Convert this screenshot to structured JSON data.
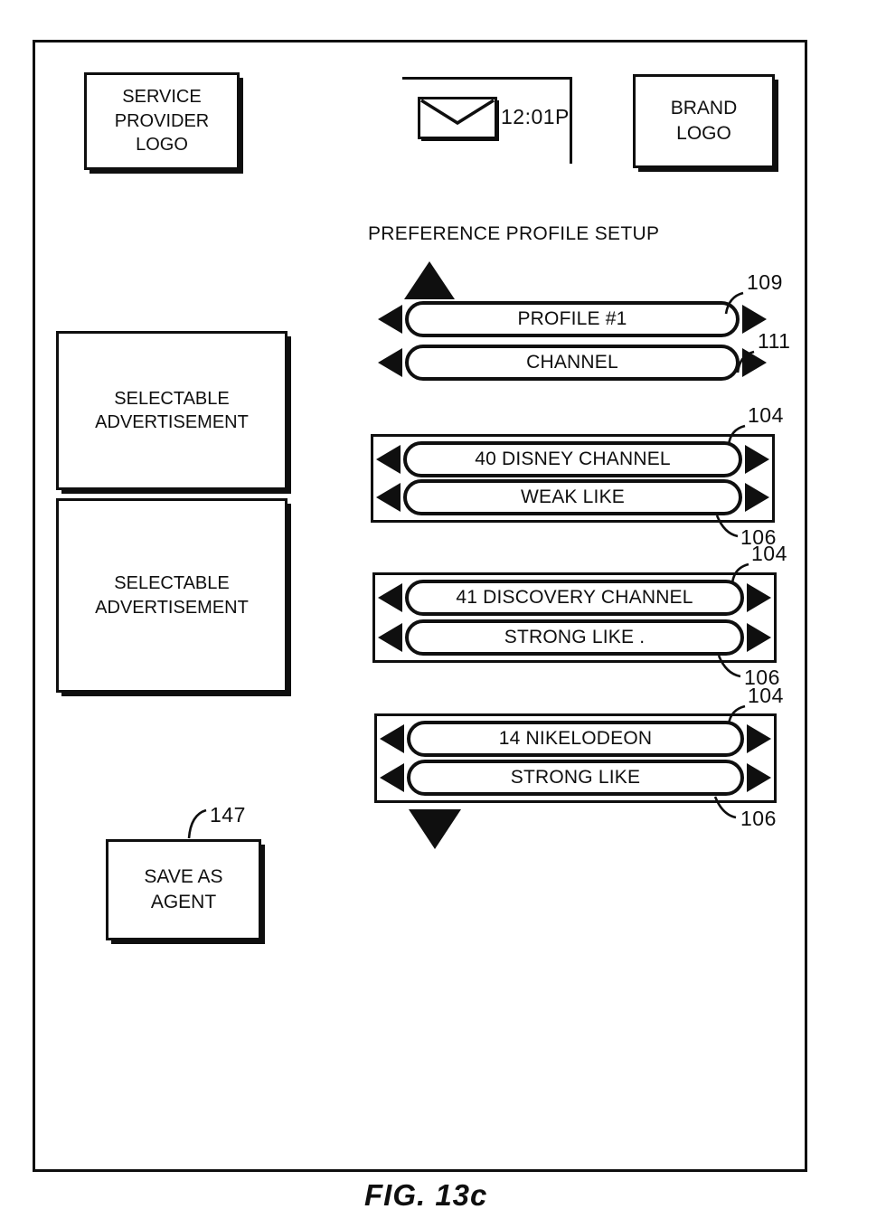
{
  "figure": {
    "caption": "FIG. 13c"
  },
  "screen": {
    "service_provider_logo": "SERVICE PROVIDER LOGO",
    "brand_logo": "BRAND LOGO",
    "status_bar": {
      "time": "12:01P",
      "envelope_icon": "envelope"
    },
    "title": "PREFERENCE PROFILE SETUP",
    "scroll": {
      "up_icon": "triangle-up",
      "down_icon": "triangle-down"
    },
    "profile_selector": {
      "label": "PROFILE #1",
      "ref": "109"
    },
    "category_selector": {
      "label": "CHANNEL",
      "ref": "111"
    },
    "channel_preferences": [
      {
        "channel": "40 DISNEY CHANNEL",
        "preference": "WEAK LIKE",
        "channel_ref": "104",
        "preference_ref": "106"
      },
      {
        "channel": "41 DISCOVERY CHANNEL",
        "preference": "STRONG LIKE .",
        "channel_ref": "104",
        "preference_ref": "106"
      },
      {
        "channel": "14 NIKELODEON",
        "preference": "STRONG LIKE",
        "channel_ref": "104",
        "preference_ref": "106"
      }
    ],
    "advertisements": [
      {
        "label": "SELECTABLE ADVERTISEMENT"
      },
      {
        "label": "SELECTABLE ADVERTISEMENT"
      }
    ],
    "save_button": {
      "label": "SAVE AS AGENT",
      "ref": "147"
    }
  },
  "colors": {
    "ink": "#0f0f0f",
    "paper": "#ffffff"
  }
}
